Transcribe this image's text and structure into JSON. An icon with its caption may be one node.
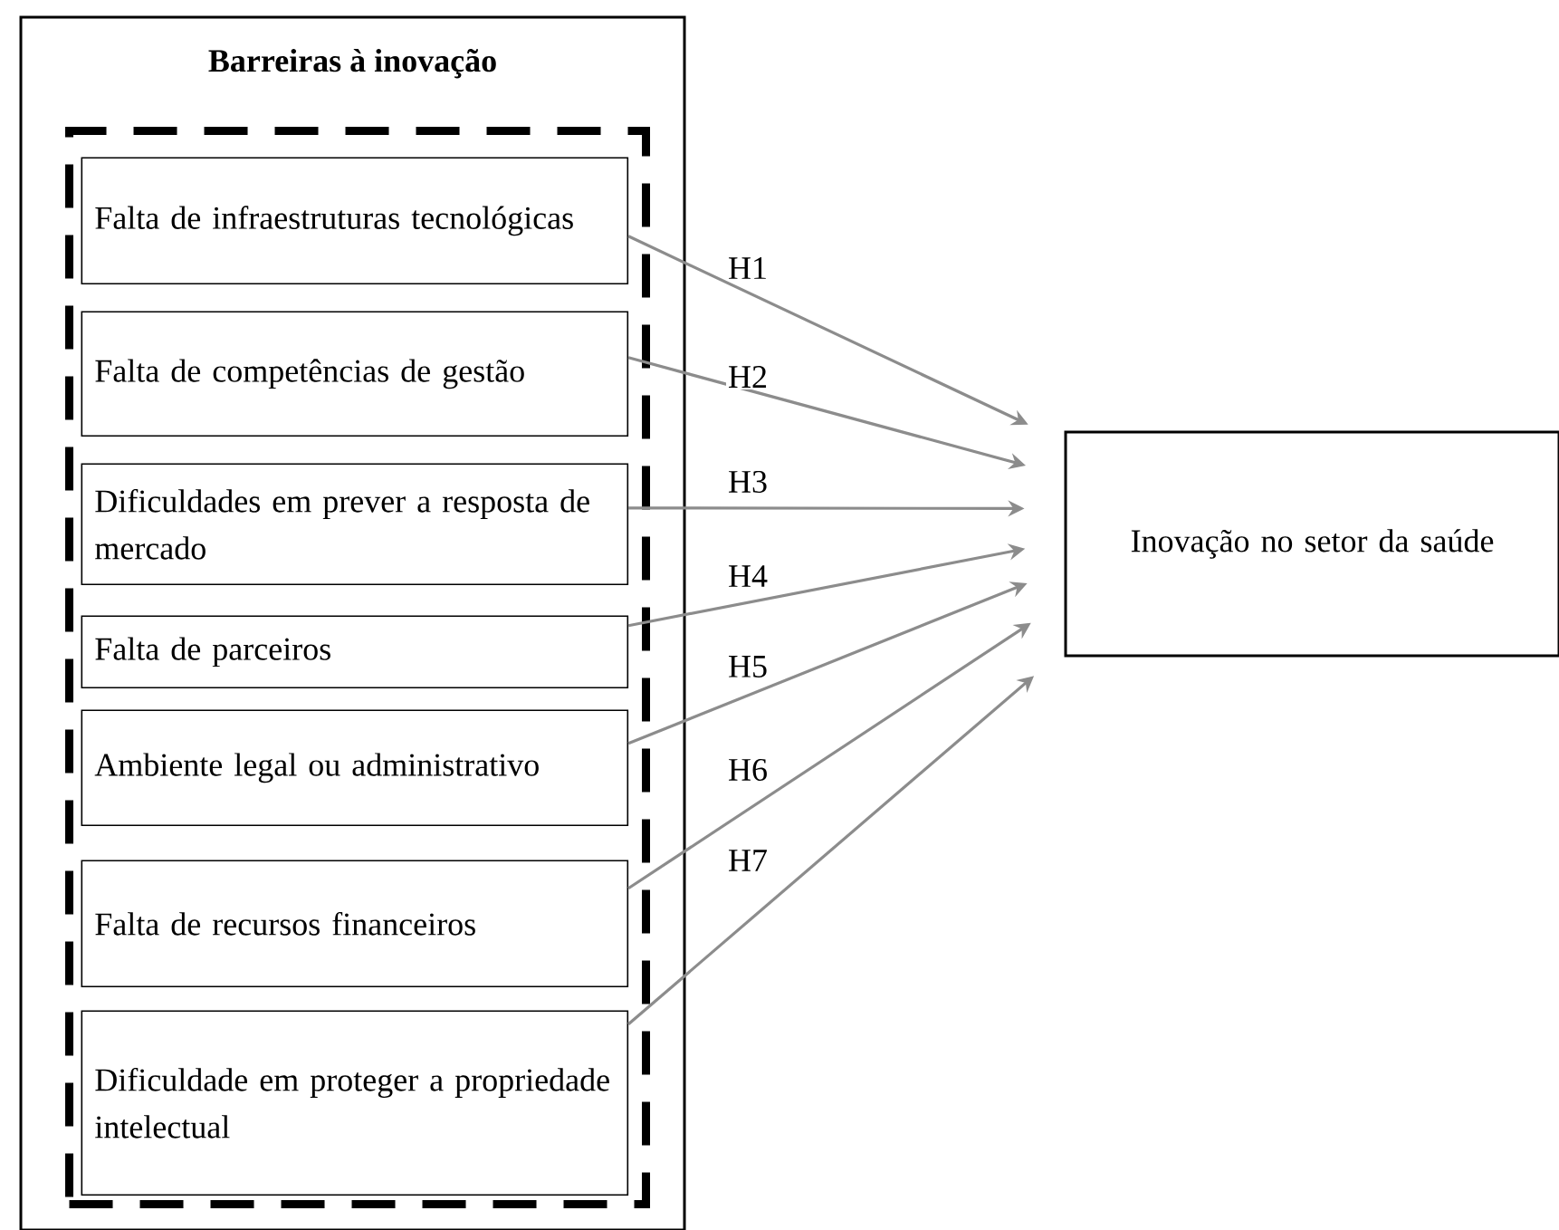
{
  "diagram": {
    "nodes": [
      {
        "text": [
          "Barreiras à inovação"
        ]
      },
      {
        "text": [],
        "shape": "box",
        "in": 0
      },
      {
        "text": [
          "Falta de infraestruturas tecnológicas"
        ],
        "in": 1
      },
      {
        "text": [
          "Falta de competências de gestão"
        ],
        "in": 1
      },
      {
        "text": [
          "Dificuldades em prever a resposta de mercado"
        ],
        "in": 1
      },
      {
        "text": [
          "Falta de parceiros"
        ],
        "in": 1
      },
      {
        "text": [
          "Ambiente legal ou administrativo"
        ],
        "in": 1
      },
      {
        "text": [
          "Falta de recursos financeiros"
        ],
        "in": 1
      },
      {
        "text": [
          "Dificuldade em proteger a propriedade intelectual"
        ],
        "in": 1
      },
      {
        "text": [
          "Inovação no setor da saúde"
        ]
      }
    ],
    "edges": [
      {
        "from": 2,
        "to": 9,
        "arrow": "to",
        "label": "H1"
      },
      {
        "from": 3,
        "to": 9,
        "arrow": "to",
        "label": "H2"
      },
      {
        "from": 4,
        "to": 9,
        "arrow": "to",
        "label": "H3"
      },
      {
        "from": 5,
        "to": 9,
        "arrow": "to",
        "label": "H4"
      },
      {
        "from": 6,
        "to": 9,
        "arrow": "to",
        "label": "H5"
      },
      {
        "from": 7,
        "to": 9,
        "arrow": "to",
        "label": "H6"
      },
      {
        "from": 8,
        "to": 9,
        "arrow": "to",
        "label": "H7"
      }
    ]
  }
}
